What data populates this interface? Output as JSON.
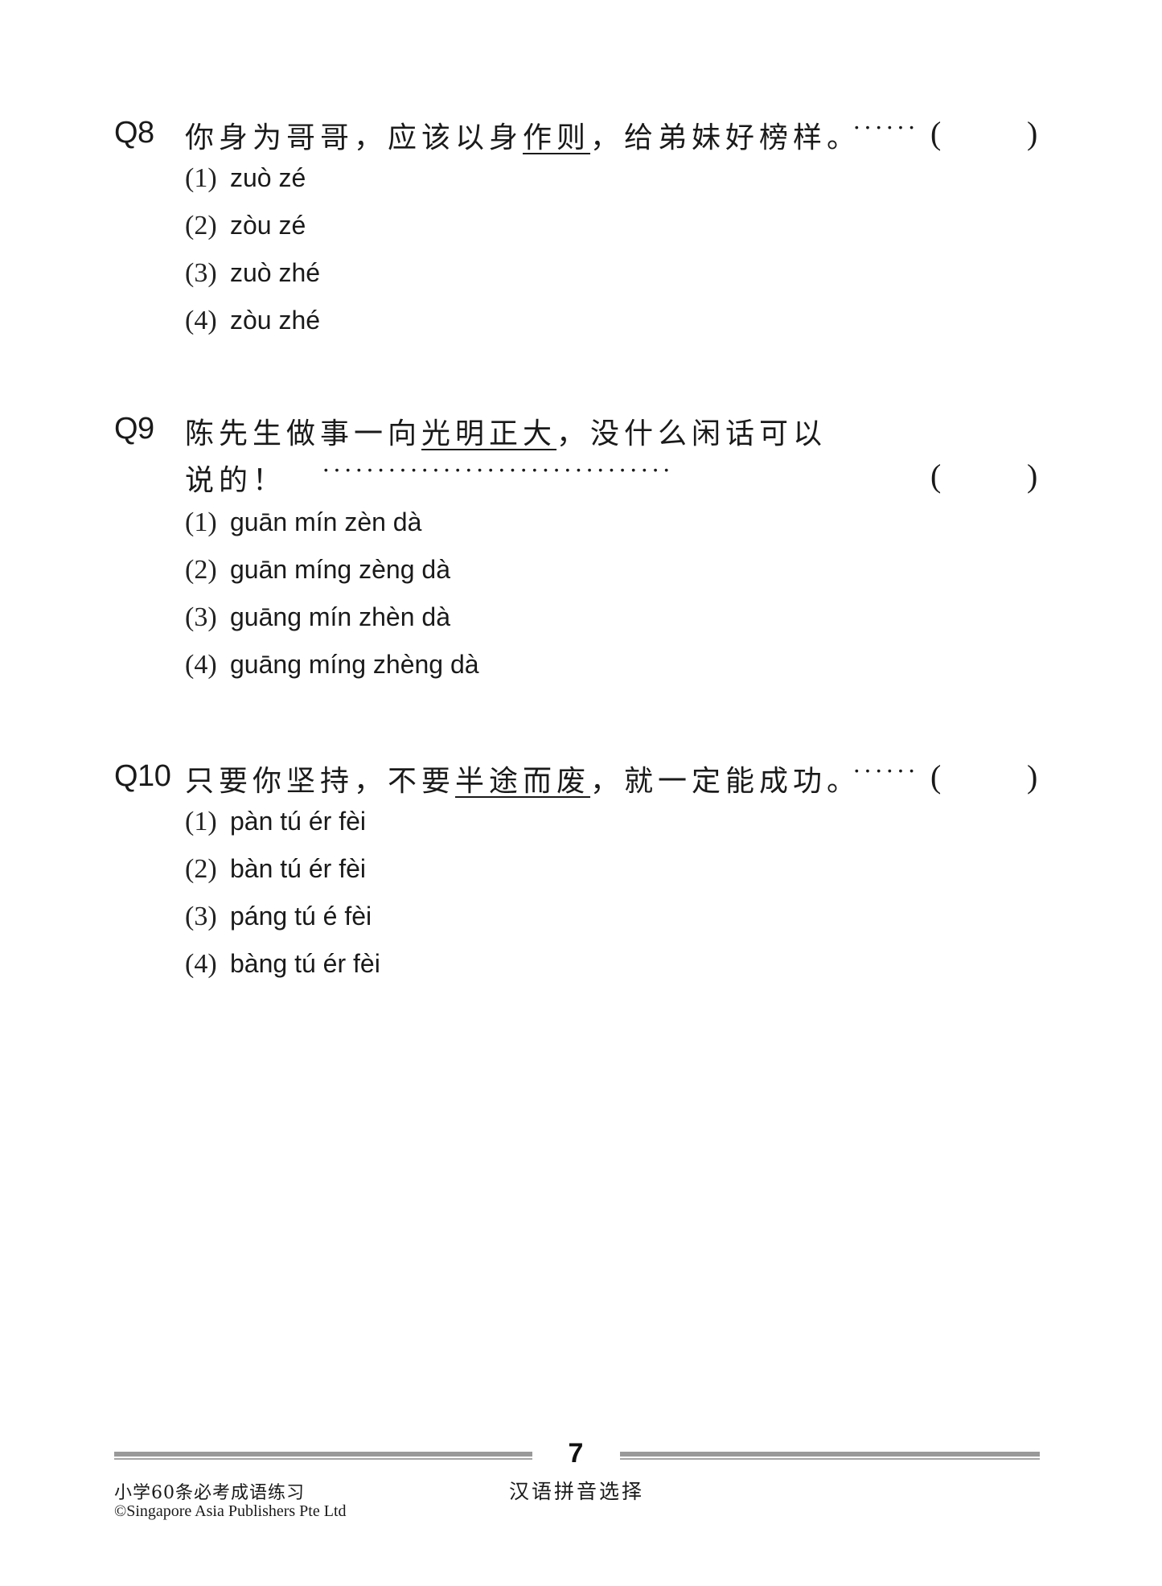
{
  "questions": [
    {
      "label": "Q8",
      "lines": [
        {
          "before": "你身为哥哥，应该以身",
          "underlined": "作则",
          "after": "，给弟妹好榜样。",
          "leader": "······"
        }
      ],
      "paren_open": "(",
      "paren_close": ")",
      "options": [
        {
          "num": "(1)",
          "text": "zuò zé"
        },
        {
          "num": "(2)",
          "text": "zòu zé"
        },
        {
          "num": "(3)",
          "text": "zuò zhé"
        },
        {
          "num": "(4)",
          "text": "zòu zhé"
        }
      ]
    },
    {
      "label": "Q9",
      "lines": [
        {
          "before": "陈先生做事一向",
          "underlined": "光明正大",
          "after": "，没什么闲话可以"
        },
        {
          "before": "说的！",
          "leader": "································"
        }
      ],
      "paren_open": "(",
      "paren_close": ")",
      "options": [
        {
          "num": "(1)",
          "text": "guān mín zèn dà"
        },
        {
          "num": "(2)",
          "text": "guān míng zèng dà"
        },
        {
          "num": "(3)",
          "text": "guāng mín zhèn dà"
        },
        {
          "num": "(4)",
          "text": "guāng míng zhèng dà"
        }
      ]
    },
    {
      "label": "Q10",
      "lines": [
        {
          "before": "只要你坚持，不要",
          "underlined": "半途而废",
          "after": "，就一定能成功。",
          "leader": "······"
        }
      ],
      "paren_open": "(",
      "paren_close": ")",
      "options": [
        {
          "num": "(1)",
          "text": "pàn tú ér fèi"
        },
        {
          "num": "(2)",
          "text": "bàn tú ér fèi"
        },
        {
          "num": "(3)",
          "text": "páng tú é fèi"
        },
        {
          "num": "(4)",
          "text": "bàng tú ér fèi"
        }
      ]
    }
  ],
  "footer": {
    "page_number": "7",
    "book_title": "小学60条必考成语练习",
    "copyright": "©Singapore Asia Publishers Pte Ltd",
    "section_title": "汉语拼音选择",
    "rule_color": "#999999"
  }
}
